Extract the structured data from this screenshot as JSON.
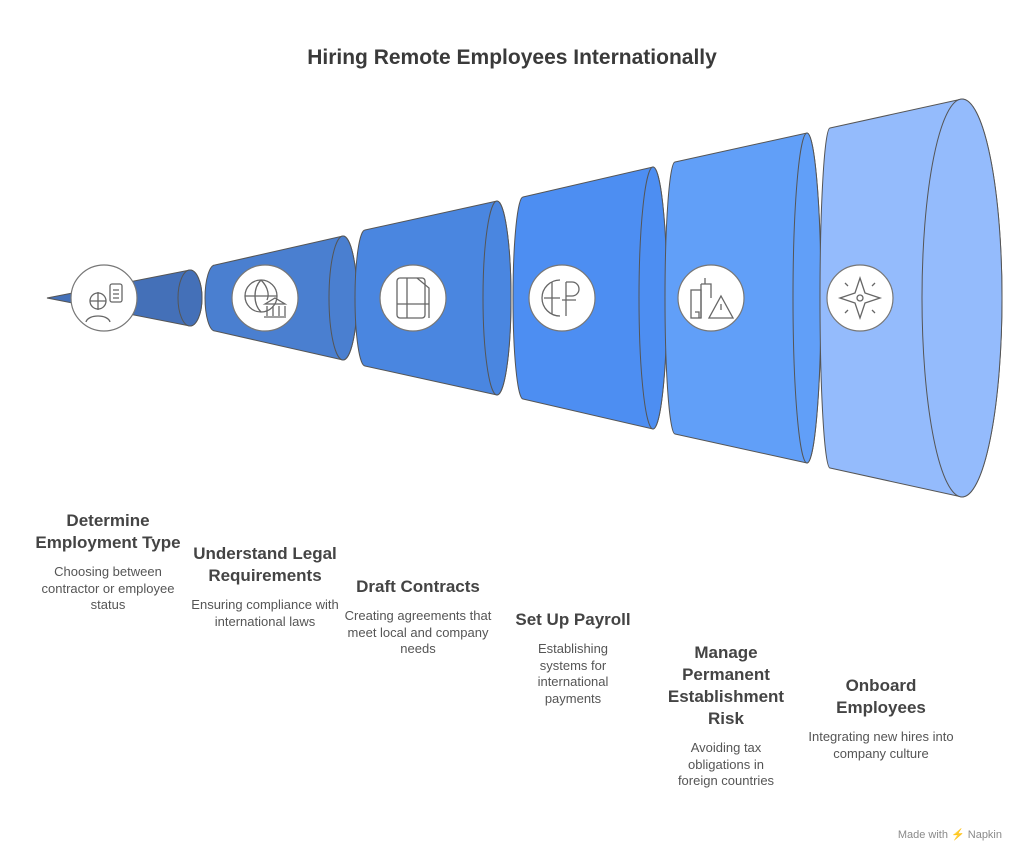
{
  "title": "Hiring Remote Employees Internationally",
  "steps": [
    {
      "title": "Determine Employment Type",
      "desc": "Choosing between contractor or employee status",
      "icon": "worker-clipboard-icon",
      "color": "#4470b8"
    },
    {
      "title": "Understand Legal Requirements",
      "desc": "Ensuring compliance with international laws",
      "icon": "globe-bank-icon",
      "color": "#4a7fd0"
    },
    {
      "title": "Draft Contracts",
      "desc": "Creating agreements that meet local and company needs",
      "icon": "document-icon",
      "color": "#4a86e0"
    },
    {
      "title": "Set Up Payroll",
      "desc": "Establishing systems for international payments",
      "icon": "globe-currency-icon",
      "color": "#4d8ef2"
    },
    {
      "title": "Manage Permanent Establishment Risk",
      "desc": "Avoiding tax obligations in foreign countries",
      "icon": "building-warning-icon",
      "color": "#619ff8"
    },
    {
      "title": "Onboard Employees",
      "desc": "Integrating new hires into company culture",
      "icon": "compass-star-icon",
      "color": "#94bbfc"
    }
  ],
  "footer": "Made with ⚡ Napkin"
}
